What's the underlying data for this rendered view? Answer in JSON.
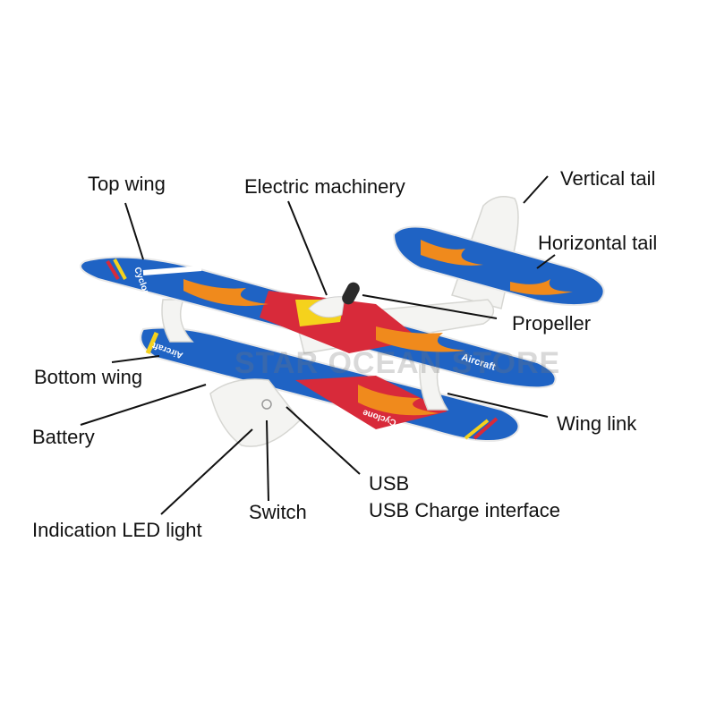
{
  "labels": {
    "top_wing": "Top wing",
    "electric_machinery": "Electric machinery",
    "vertical_tail": "Vertical tail",
    "horizontal_tail": "Horizontal tail",
    "propeller": "Propeller",
    "bottom_wing": "Bottom wing",
    "battery": "Battery",
    "wing_link": "Wing link",
    "usb": "USB",
    "usb_charge_interface": "USB Charge interface",
    "switch": "Switch",
    "indication_led_light": "Indication LED light"
  },
  "plane_text": {
    "top_wing_brand": "Cyclone",
    "aircraft_text": "Aircraft",
    "bottom_wing_brand": "Cyclone"
  },
  "watermark": "STAR OCEAN STORE",
  "colors": {
    "wing_blue": "#1f63c4",
    "body_red": "#d82a3a",
    "accent_yellow": "#f5d21c",
    "flame_orange": "#f08a1c",
    "foam_white": "#f4f4f2",
    "leader_line": "#111111"
  }
}
